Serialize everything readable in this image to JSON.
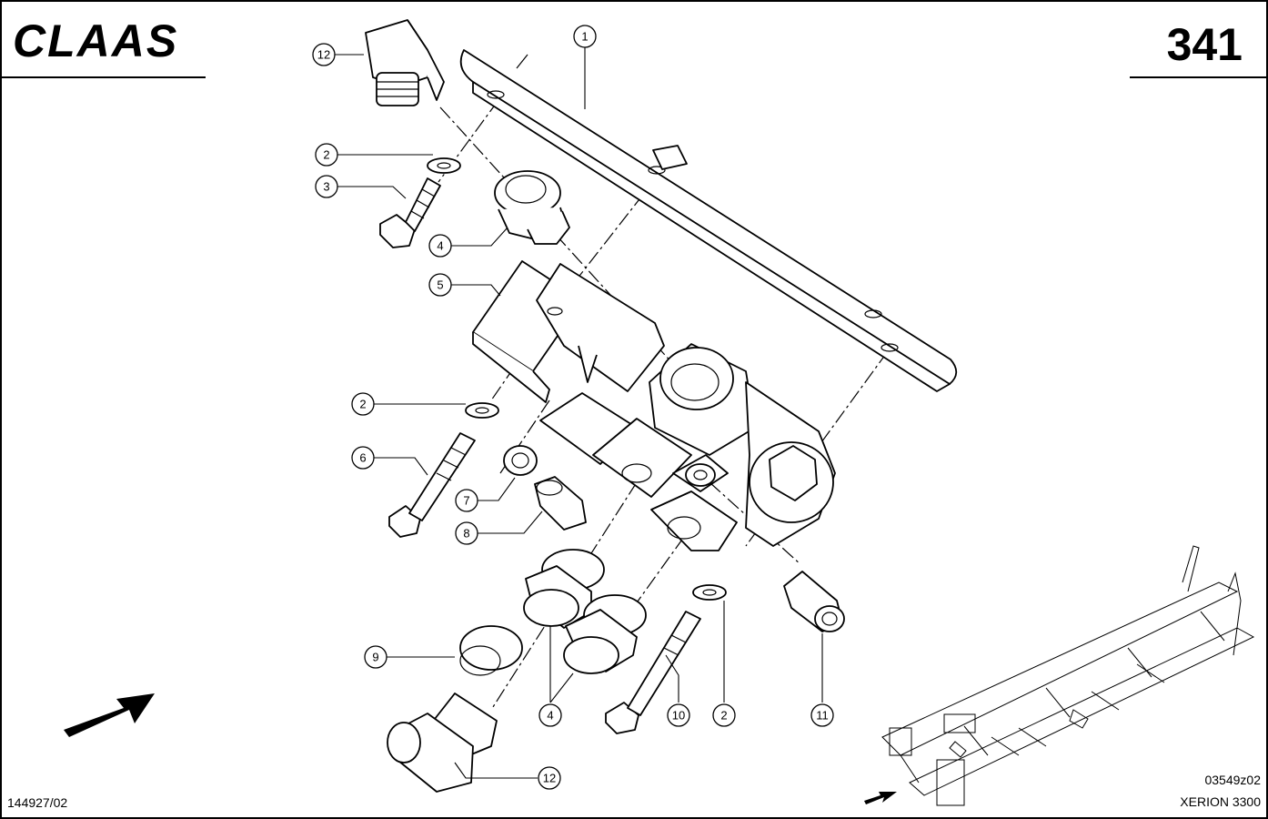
{
  "header": {
    "brand": "CLAAS",
    "page_number": "341"
  },
  "footer": {
    "doc_number": "144927/02",
    "figure_code": "03549z02",
    "model": "XERION 3300"
  },
  "callouts": [
    {
      "id": "c1",
      "label": "1"
    },
    {
      "id": "c12a",
      "label": "12"
    },
    {
      "id": "c2a",
      "label": "2"
    },
    {
      "id": "c3",
      "label": "3"
    },
    {
      "id": "c4a",
      "label": "4"
    },
    {
      "id": "c5",
      "label": "5"
    },
    {
      "id": "c2b",
      "label": "2"
    },
    {
      "id": "c6",
      "label": "6"
    },
    {
      "id": "c7",
      "label": "7"
    },
    {
      "id": "c8",
      "label": "8"
    },
    {
      "id": "c9",
      "label": "9"
    },
    {
      "id": "c4b",
      "label": "4"
    },
    {
      "id": "c10",
      "label": "10"
    },
    {
      "id": "c2c",
      "label": "2"
    },
    {
      "id": "c11",
      "label": "11"
    },
    {
      "id": "c12b",
      "label": "12"
    }
  ]
}
